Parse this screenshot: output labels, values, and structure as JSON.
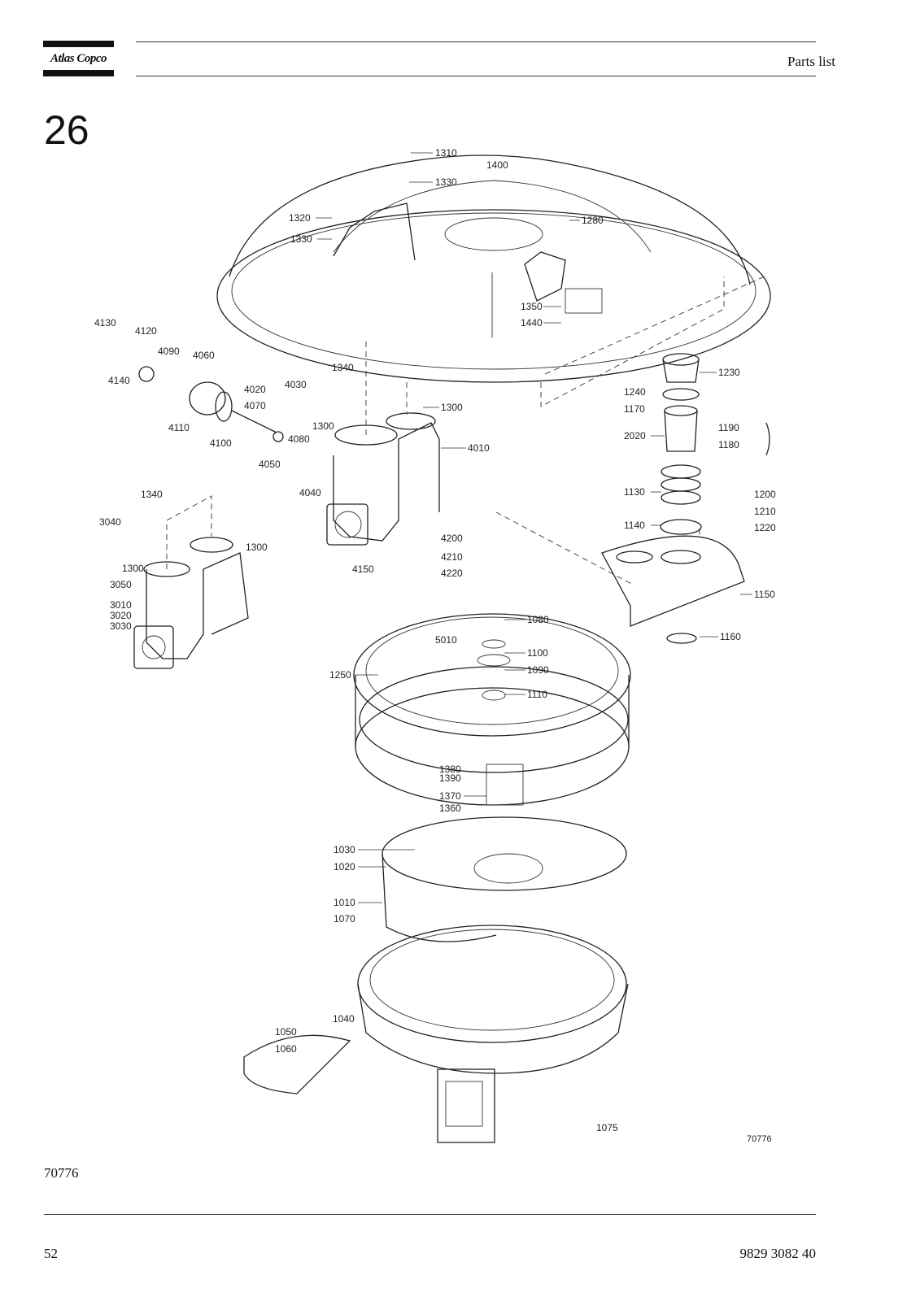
{
  "header": {
    "brand": "Atlas Copco",
    "title": "Parts list"
  },
  "section": {
    "number": "26"
  },
  "drawing": {
    "image_code": "70776",
    "labels": [
      "1310",
      "1330",
      "1400",
      "1320",
      "1330",
      "1280",
      "1350",
      "1440",
      "4130",
      "4120",
      "4090",
      "4060",
      "4140",
      "4110",
      "4020",
      "4030",
      "4070",
      "1340",
      "1300",
      "4100",
      "4080",
      "4050",
      "1300",
      "4010",
      "4040",
      "1230",
      "1240",
      "1170",
      "2020",
      "1190",
      "1180",
      "1130",
      "1200",
      "1210",
      "1140",
      "1220",
      "1340",
      "3040",
      "1300",
      "1300",
      "3050",
      "3010",
      "3020",
      "3030",
      "4200",
      "4210",
      "4150",
      "4220",
      "1150",
      "1080",
      "5010",
      "1100",
      "1090",
      "1160",
      "1250",
      "1110",
      "1380",
      "1390",
      "1370",
      "1360",
      "1030",
      "1020",
      "1010",
      "1070",
      "1040",
      "1050",
      "1060",
      "1075"
    ]
  },
  "footer": {
    "figure_ref": "70776",
    "page_number": "52",
    "document_number": "9829 3082 40"
  }
}
